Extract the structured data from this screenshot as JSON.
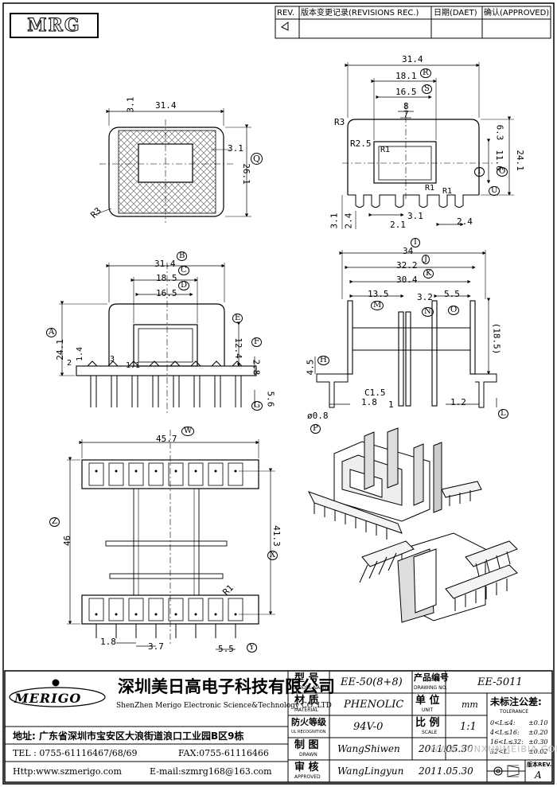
{
  "logo_text": "MRG",
  "revision_table": {
    "col_rev": "REV.",
    "col_record": "版本变更记录(REVISIONS REC.)",
    "col_date": "日期(DAET)",
    "col_approved": "确认(APPROVED)"
  },
  "dims_top_left": {
    "width": "31.4",
    "wall": "3.1",
    "wall_right": "3.1",
    "height": "26.1",
    "radius": "R3",
    "label_q": "Q"
  },
  "dims_top_right": {
    "width": "31.4",
    "r": "R",
    "w181": "18.1",
    "s": "S",
    "w165": "16.5",
    "w8": "8",
    "w7": "7",
    "r3": "R3",
    "r25": "R2.5",
    "r1a": "R1",
    "r1b": "R1",
    "r1c": "R1",
    "h63": "6.3",
    "h116": "11.6",
    "h241": "24.1",
    "t": "T",
    "o": "O",
    "u": "U",
    "d31": "3.1",
    "d24": "2.4",
    "d31b": "3.1",
    "d21": "2.1",
    "d24b": "2.4"
  },
  "dims_mid_left": {
    "w314": "31.4",
    "b": "B",
    "w185": "18.5",
    "c": "C",
    "w165": "16.5",
    "d": "D",
    "a": "A",
    "e": "E",
    "f": "F",
    "g": "G",
    "h241": "24.1",
    "h2": "2",
    "h14": "1.4",
    "h3": "3",
    "h11": "1.1",
    "h124": "12.4",
    "h28": "2.8",
    "h56": "5.6"
  },
  "dims_mid_right": {
    "w34": "34",
    "i": "I",
    "w322": "32.2",
    "j": "J",
    "w304": "30.4",
    "k": "K",
    "w135": "13.5",
    "m": "M",
    "w32": "3.2",
    "n": "N",
    "w55": "5.5",
    "o": "O",
    "h185": "(18.5)",
    "h45": "4.5",
    "hh": "H",
    "c15": "C1.5",
    "d18": "1.8",
    "d1": "1",
    "d12": "1.2",
    "l": "L",
    "p08": "ø0.8",
    "p": "P"
  },
  "dims_bottom": {
    "w457": "45.7",
    "w": "W",
    "h46": "46",
    "z": "Z",
    "h413": "41.3",
    "x": "X",
    "r1": "R1",
    "d18": "1.8",
    "d37": "3.7",
    "d55": "5.5",
    "y": "Y"
  },
  "title_block": {
    "company_cn": "深圳美日高电子科技有限公司",
    "company_en": "ShenZhen Merigo Electronic Science&Technology CO.,LTD",
    "brand": "MERIGO",
    "address": "地址: 广东省深圳市宝安区大浪街道浪口工业园B区9栋",
    "tel": "TEL : 0755-61116467/68/69",
    "fax": "FAX:0755-61116466",
    "http": "Http:www.szmerigo.com",
    "email": "E-mail:szmrg168@163.com",
    "model_label_cn": "型 号",
    "model_label_en": "MODEL NAME",
    "model_value": "EE-50(8+8)",
    "drawing_label_cn": "产品编号",
    "drawing_label_en": "DRAWING NO.",
    "drawing_value": "EE-5011",
    "material_label_cn": "材 质",
    "material_label_en": "MATERIAL",
    "material_value": "PHENOLIC",
    "unit_label_cn": "单 位",
    "unit_label_en": "UNIT",
    "unit_value": "mm",
    "tol_label_cn": "未标注公差:",
    "tol_label_en": "TOLERANCE",
    "fire_label_cn": "防火等级",
    "fire_label_en": "UL RECOGNITION",
    "fire_value": "94V-0",
    "scale_label_cn": "比 例",
    "scale_label_en": "SCALE",
    "scale_value": "1:1",
    "tol_rows": [
      {
        "range": "0<L≤4:",
        "value": "±0.10"
      },
      {
        "range": "4<L≤16:",
        "value": "±0.20"
      },
      {
        "range": "16<L≤32:",
        "value": "±0.30"
      },
      {
        "range": "32<L:",
        "value": "±0.02"
      }
    ],
    "drawn_label_cn": "制 图",
    "drawn_label_en": "DRAWN",
    "drawn_value": "WangShiwen",
    "drawn_date": "2011.05.30",
    "approved_label_cn": "审 核",
    "approved_label_en": "APPROVED",
    "approved_value": "WangLingyun",
    "approved_date": "2011.05.30",
    "rev_label_cn": "版本REV.",
    "rev_value": "A",
    "watermark": "WWW.YUNXUNMEIBIA.COM"
  }
}
